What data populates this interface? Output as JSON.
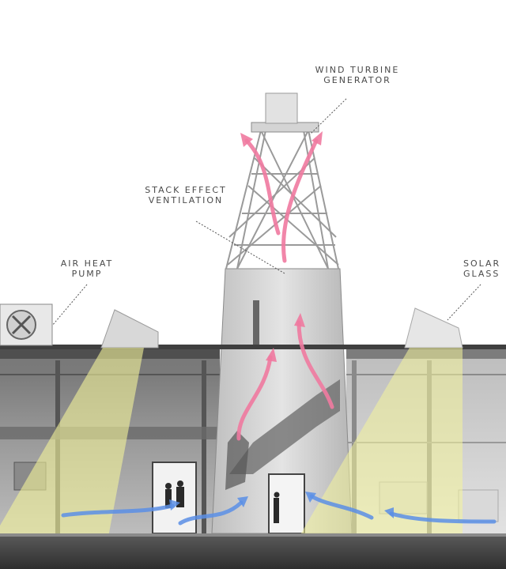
{
  "labels": {
    "wind_turbine": {
      "line1": "WIND TURBINE",
      "line2": "GENERATOR"
    },
    "stack_effect": {
      "line1": "STACK EFFECT",
      "line2": "VENTILATION"
    },
    "air_heat_pump": {
      "line1": "AIR HEAT",
      "line2": "PUMP"
    },
    "solar_glass": {
      "line1": "SOLAR",
      "line2": "GLASS"
    }
  },
  "colors": {
    "warm_air_arrows": "#f07aa0",
    "cool_air_arrows": "#5b8fe6",
    "sunlight": "#f4f49a",
    "structure": "#9a9a9a"
  }
}
